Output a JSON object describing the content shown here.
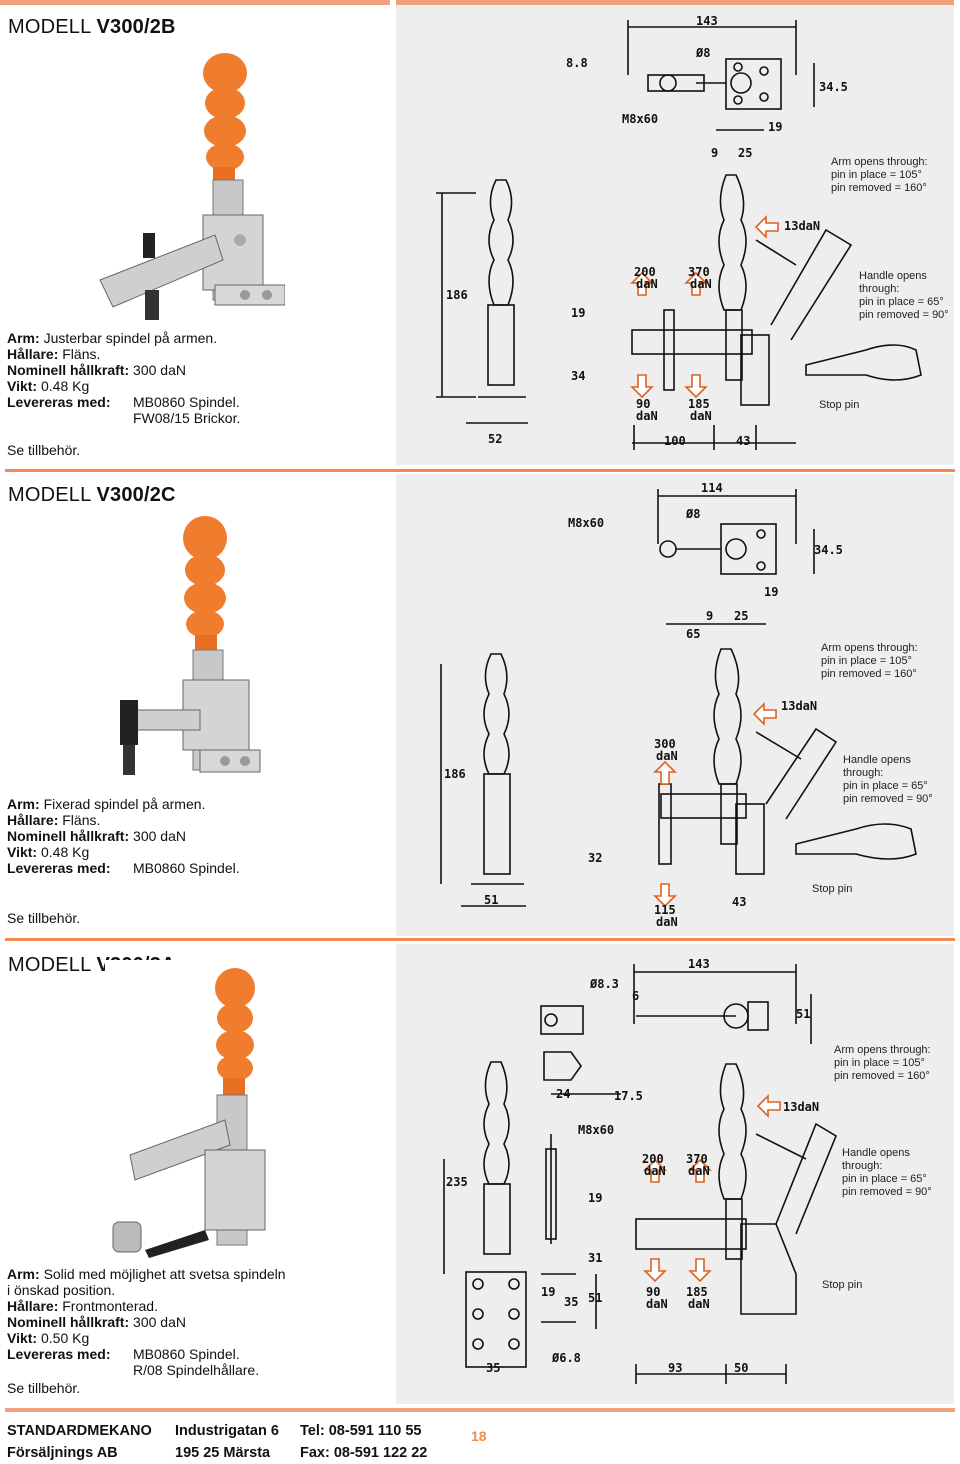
{
  "models": [
    {
      "prefix": "MODELL ",
      "code": "V300/2B",
      "arm_label": "Arm:",
      "arm_text": "Justerbar spindel på armen.",
      "holder_label": "Hållare:",
      "holder_text": "Fläns.",
      "force_label": "Nominell hållkraft:",
      "force_text": "300 daN",
      "weight_label": "Vikt:",
      "weight_text": "0.48 Kg",
      "delivery_label": "Levereras med:",
      "delivery_lines": [
        "MB0860 Spindel.",
        "FW08/15 Brickor."
      ],
      "accessory": "Se tillbehör.",
      "arm_note": [
        "Arm opens through:",
        "pin in place = 105°",
        "pin removed = 160°"
      ],
      "handle_note": [
        "Handle opens",
        "through:",
        "pin in place = 65°",
        "pin removed = 90°"
      ],
      "stop_pin": "Stop pin",
      "dims": {
        "top_width": "143",
        "dia": "Ø8",
        "left": "8.8",
        "m": "M8x60",
        "side": "34.5",
        "a": "19",
        "b": "9",
        "c": "25",
        "height": "186",
        "h19": "19",
        "h34": "34",
        "w52": "52",
        "w100": "100",
        "w43": "43",
        "f200": "200",
        "f370": "370",
        "f90": "90",
        "f185": "185",
        "dan": "daN",
        "force13": "13daN"
      }
    },
    {
      "prefix": "MODELL ",
      "code": "V300/2C",
      "arm_label": "Arm:",
      "arm_text": "Fixerad spindel på armen.",
      "holder_label": "Hållare:",
      "holder_text": "Fläns.",
      "force_label": "Nominell hållkraft:",
      "force_text": "300 daN",
      "weight_label": "Vikt:",
      "weight_text": "0.48 Kg",
      "delivery_label": "Levereras med:",
      "delivery_lines": [
        "MB0860 Spindel."
      ],
      "accessory": "Se tillbehör.",
      "arm_note": [
        "Arm opens through:",
        "pin in place = 105°",
        "pin removed = 160°"
      ],
      "handle_note": [
        "Handle opens",
        "through:",
        "pin in place = 65°",
        "pin removed = 90°"
      ],
      "stop_pin": "Stop pin",
      "dims": {
        "top_width": "114",
        "dia": "Ø8",
        "m": "M8x60",
        "side": "34.5",
        "a": "19",
        "b": "9",
        "c": "25",
        "d": "65",
        "height": "186",
        "h32": "32",
        "w51": "51",
        "w43": "43",
        "f300": "300",
        "f115": "115",
        "dan": "daN",
        "force13": "13daN"
      }
    },
    {
      "prefix": "MODELL ",
      "code": "V300/3A",
      "arm_label": "Arm:",
      "arm_text": "Solid med möjlighet att svetsa spindeln",
      "arm_text2": "i önskad position.",
      "holder_label": "Hållare:",
      "holder_text": "Frontmonterad.",
      "force_label": "Nominell hållkraft:",
      "force_text": "300 daN",
      "weight_label": "Vikt:",
      "weight_text": "0.50 Kg",
      "delivery_label": "Levereras med:",
      "delivery_lines": [
        "MB0860 Spindel.",
        "R/08 Spindelhållare."
      ],
      "accessory": "Se tillbehör.",
      "arm_note": [
        "Arm opens through:",
        "pin in place = 105°",
        "pin removed = 160°"
      ],
      "handle_note": [
        "Handle opens",
        "through:",
        "pin in place = 65°",
        "pin removed = 90°"
      ],
      "stop_pin": "Stop pin",
      "dims": {
        "top_width": "143",
        "dia": "Ø8.3",
        "six": "6",
        "side": "51",
        "w24": "24",
        "w175": "17.5",
        "m": "M8x60",
        "height": "235",
        "h19": "19",
        "h31": "31",
        "h35": "35",
        "h51": "51",
        "h19b": "19",
        "d68": "Ø6.8",
        "w35": "35",
        "w93": "93",
        "w50": "50",
        "f200": "200",
        "f370": "370",
        "f90": "90",
        "f185": "185",
        "dan": "daN",
        "force13": "13daN"
      }
    }
  ],
  "footer": {
    "company1": "STANDARDMEKANO",
    "company2": "Försäljnings AB",
    "street": "Industrigatan 6",
    "city": "195 25 Märsta",
    "tel": "Tel: 08-591 110 55",
    "fax": "Fax: 08-591 122 22",
    "page": "18"
  },
  "colors": {
    "accent": "#f08a50",
    "handle": "#f07c2e",
    "drawing_bg": "#eeeeee"
  }
}
